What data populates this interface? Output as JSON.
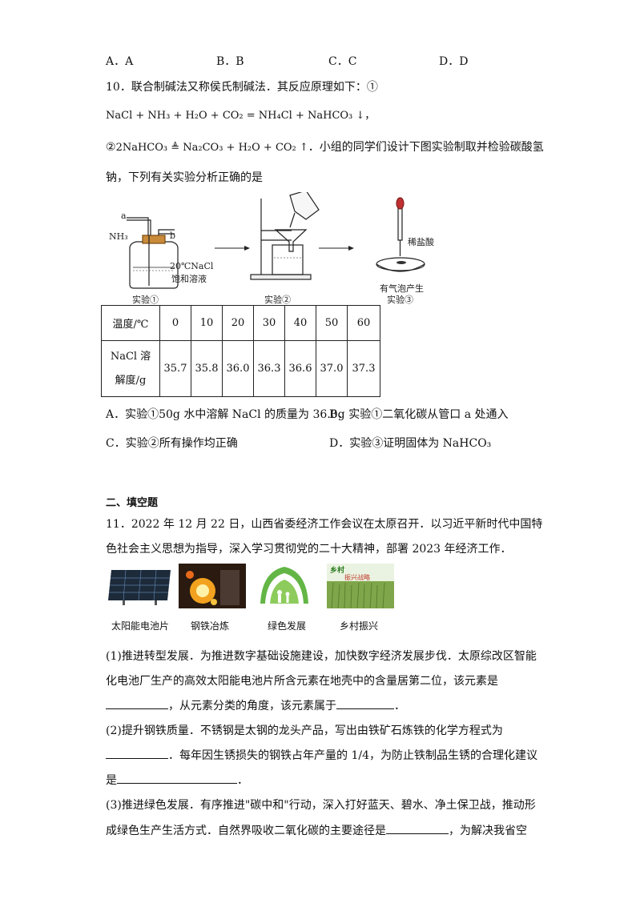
{
  "q9_options": [
    "A．A",
    "B．B",
    "C．C",
    "D．D"
  ],
  "q10": {
    "stem_line1": "10．联合制碱法又称侯氏制碱法．其反应原理如下：①",
    "eq1": "NaCl + NH₃ + H₂O + CO₂ = NH₄Cl + NaHCO₃ ↓，",
    "eq2_prefix": "②",
    "eq2_body": "2NaHCO₃ ≜ Na₂CO₃ + H₂O + CO₂ ↑",
    "eq2_suffix": "．小组的同学们设计下图实验制取并检验碳酸氢",
    "stem_line3": "钠，下列有关实验分析正确的是",
    "figure": {
      "label_a": "a",
      "label_nh3": "NH₃",
      "label_b": "b",
      "label_nacl_1": "20℃NaCl",
      "label_nacl_2": "饱和溶液",
      "label_exp1": "实验①",
      "label_exp2": "实验②",
      "label_hcl": "稀盐酸",
      "label_bubbles": "有气泡产生",
      "label_exp3": "实验③"
    },
    "table": {
      "row1_header": "温度/℃",
      "row2_header_l1": "NaCl 溶",
      "row2_header_l2": "解度/g",
      "temps": [
        "0",
        "10",
        "20",
        "30",
        "40",
        "50",
        "60"
      ],
      "solubility": [
        "35.7",
        "35.8",
        "36.0",
        "36.3",
        "36.6",
        "37.0",
        "37.3"
      ]
    },
    "optA": "A．实验①50g 水中溶解 NaCl 的质量为 36.0g",
    "optB": "B．实验①二氧化碳从管口 a 处通入",
    "optC": "C．实验②所有操作均正确",
    "optD": "D．实验③证明固体为 NaHCO₃"
  },
  "section2_title": "二、填空题",
  "q11": {
    "intro_l1": "11．2022 年 12 月 22 日，山西省委经济工作会议在太原召开．以习近平新时代中国特",
    "intro_l2": "色社会主义思想为指导，深入学习贯彻党的二十大精神，部署 2023 年经济工作．",
    "captions": [
      "太阳能电池片",
      "钢铁冶炼",
      "绿色发展",
      "乡村振兴"
    ],
    "poster_text_1": "乡村",
    "poster_text_2": "振兴战略",
    "p1_l1": "(1)推进转型发展．为推进数字基础设施建设，加快数字经济发展步伐．太原综改区智能",
    "p1_l2": "化电池厂生产的高效太阳能电池片所含元素在地壳中的含量居第二位，该元素是",
    "p1_l3_mid": "，从元素分类的角度，该元素属于",
    "p1_l3_end": "．",
    "p2_l1": "(2)提升钢铁质量．不锈钢是太钢的龙头产品，写出由铁矿石炼铁的化学方程式为",
    "p2_l2_mid": "．每年因生锈损失的钢铁占年产量的 1/4，为防止铁制品生锈的合理化建议",
    "p2_l3_start": "是",
    "p2_l3_end": "．",
    "p3_l1": "(3)推进绿色发展．有序推进\"碳中和\"行动，深入打好蓝天、碧水、净土保卫战，推动形",
    "p3_l2": "成绿色生产生活方式．自然界吸收二氧化碳的主要途径是",
    "p3_l3_end": "，为解决我省空"
  }
}
